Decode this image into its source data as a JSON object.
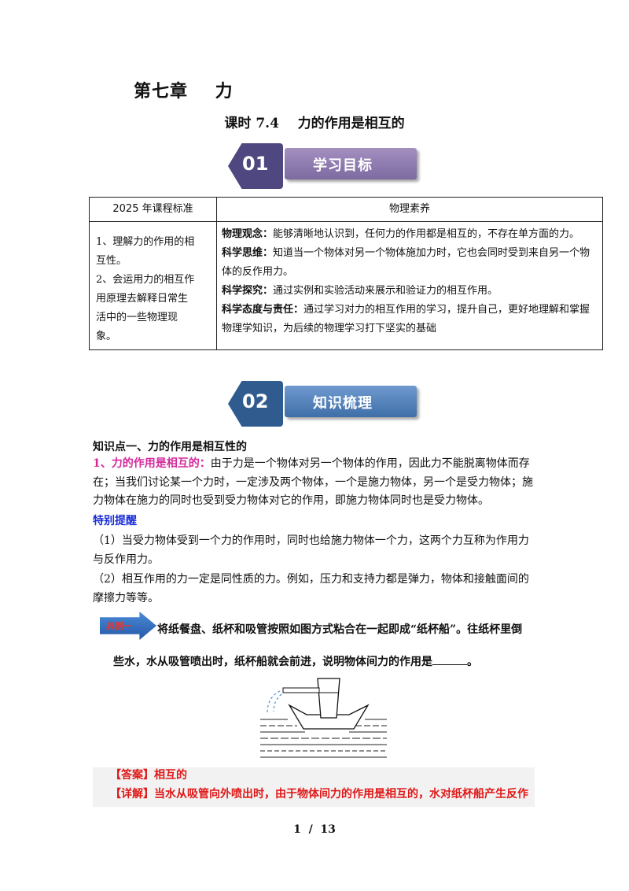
{
  "header": {
    "chapter": "第七章    力",
    "lesson": "课时 7.4    力的作用是相互的"
  },
  "section1": {
    "number": "01",
    "title": "学习目标"
  },
  "section2": {
    "number": "02",
    "title": "知识梳理"
  },
  "standards_table": {
    "col1_header": "2025 年课程标准",
    "col2_header": "物理素养",
    "col1_lines": [
      "1、理解力的作用的相",
      "互性。",
      "2、会运用力的相互作",
      "用原理去解释日常生",
      "活中的一些物理现",
      "象。"
    ],
    "literacy": [
      {
        "label": "物理观念：",
        "text": "能够清晰地认识到，任何力的作用都是相互的，不存在单方面的力。"
      },
      {
        "label": "科学思维：",
        "text": "知道当一个物体对另一个物体施加力时，它也会同时受到来自另一个物体的反作用力。"
      },
      {
        "label": "科学探究：",
        "text": "通过实例和实验活动来展示和验证力的相互作用。"
      },
      {
        "label": "科学态度与责任：",
        "text": "通过学习对力的相互作用的学习，提升自己，更好地理解和掌握物理学知识，为后续的物理学习打下坚实的基础"
      }
    ]
  },
  "knowledge": {
    "point_title": "知识点一、力的作用是相互性的",
    "point1_label": "1、力的作用是相互的：",
    "point1_text": "由于力是一个物体对另一个物体的作用，因此力不能脱离物体而存在；当我们讨论某一个力时，一定涉及两个物体，一个是施力物体，另一个是受力物体；施力物体在施力的同时也受到受力物体对它的作用，即施力物体同时也是受力物体。",
    "tip_title": "特别提醒",
    "note1": "（1）当受力物体受到一个力的作用时，同时也给施力物体一个力，这两个力互称为作用力与反作用力。",
    "note2": "（2）相互作用的力一定是同性质的力。例如，压力和支持力都是弹力，物体和接触面间的摩擦力等等。"
  },
  "example": {
    "tag": "典例一",
    "question_line1": "将纸餐盘、纸杯和吸管按照如图方式粘合在一起即成“纸杯船”。往纸杯里倒",
    "question_line2_a": "些水，水从吸管喷出时，纸杯船就会前进，说明物体间力的作用是",
    "question_line2_b": "。",
    "answer_label": "【答案】",
    "answer_text": "相互的",
    "explain_label": "【详解】",
    "explain_text": "当水从吸管向外喷出时，由于物体间力的作用是相互的，水对纸杯船产生反作"
  },
  "footer": {
    "page": "1  /  13"
  }
}
